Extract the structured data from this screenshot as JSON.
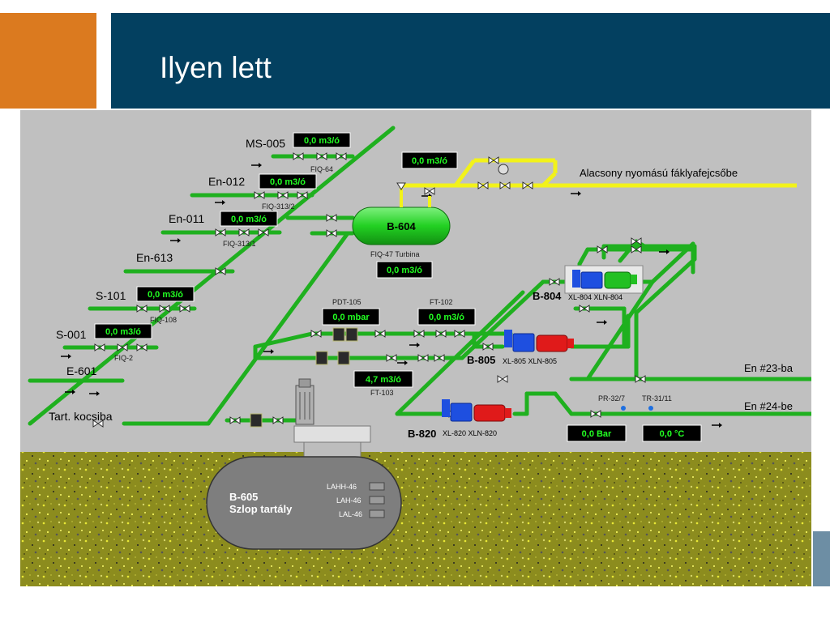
{
  "slide": {
    "title": "Ilyen lett"
  },
  "colors": {
    "accent_orange": "#db7a1f",
    "banner_blue": "#034060",
    "canvas_gray": "#c0c0c0",
    "pipe_green": "#1fb01f",
    "pipe_yellow": "#f2f21a",
    "display_bg": "#000000",
    "display_text": "#22ff22",
    "soil": "#8c8c1e",
    "tank_gray": "#7e7e7e",
    "pump_blue": "#1e4fe0",
    "motor_red": "#e01a1a",
    "motor_green": "#22c022"
  },
  "diagram": {
    "inlet_labels": {
      "ms005": "MS-005",
      "en012": "En-012",
      "en011": "En-011",
      "en613": "En-613",
      "s101": "S-101",
      "s001": "S-001",
      "e601": "E-601",
      "tart": "Tart. kocsiba"
    },
    "displays": {
      "fiq64": "0,0 m3/ó",
      "fiq3132": "0,0 m3/ó",
      "fiq3131": "0,0 m3/ó",
      "fiq108": "0,0 m3/ó",
      "fiq2": "0,0 m3/ó",
      "flare": "0,0 m3/ó",
      "turbina": "0,0 m3/ó",
      "pdt105": "0,0 mbar",
      "ft102": "0,0 m3/ó",
      "ft103": "4,7 m3/ó",
      "pressure": "0,0 Bar",
      "temperature": "0,0 °C"
    },
    "tags": {
      "fiq64": "FIQ-64",
      "fiq3132": "FIQ-313/2",
      "fiq3131": "FIQ-313/1",
      "fiq108": "FIQ-108",
      "fiq2": "FIQ-2",
      "turbina": "FIQ-47  Turbina",
      "pdt105": "PDT-105",
      "ft102": "FT-102",
      "ft103": "FT-103",
      "pr": "PR-32/7",
      "tr": "TR-31/11"
    },
    "vessel_b604": "B-604",
    "flare_label": "Alacsony nyomású fáklyafejcsőbe",
    "outlets": {
      "en23": "En #23-ba",
      "en24": "En #24-be"
    },
    "pumps": {
      "b804": {
        "name": "B-804",
        "tags": "XL-804 XLN-804"
      },
      "b805": {
        "name": "B-805",
        "tags": "XL-805 XLN-805"
      },
      "b820": {
        "name": "B-820",
        "tags": "XL-820 XLN-820"
      }
    },
    "tank_b605": {
      "name": "B-605",
      "desc": "Szlop tartály",
      "alarms": [
        "LAHH-46",
        "LAH-46",
        "LAL-46"
      ]
    }
  }
}
